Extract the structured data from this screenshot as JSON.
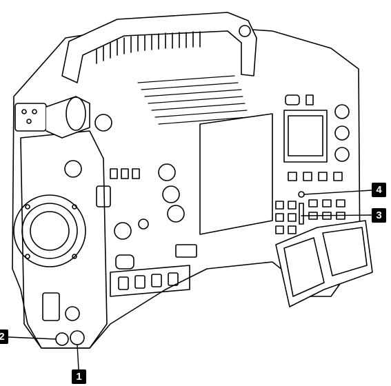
{
  "callouts": [
    {
      "id": "1",
      "label": "1"
    },
    {
      "id": "2",
      "label": "2"
    },
    {
      "id": "3",
      "label": "3"
    },
    {
      "id": "4",
      "label": "4"
    }
  ],
  "colors": {
    "line": "#000000",
    "fill": "#ffffff",
    "callout_bg": "#000000",
    "callout_text": "#ffffff"
  }
}
